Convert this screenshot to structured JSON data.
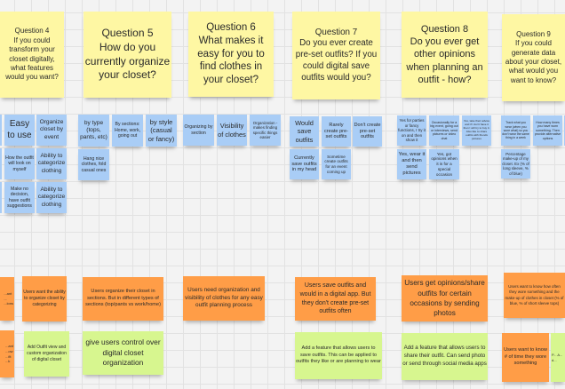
{
  "board": {
    "questions": [
      {
        "text": "Question 4\nIf you could transform your closet digitally, what features would you want?"
      },
      {
        "text": "Question 5\nHow do you currently organize your closet?"
      },
      {
        "text": "Question 6\nWhat makes it easy for you to find clothes in your closet?"
      },
      {
        "text": "Question 7\nDo you ever create pre-set outfits? If you could digital save outfits would you?"
      },
      {
        "text": "Question 8\nDo you ever get other opinions when planning an outfit - how?"
      },
      {
        "text": "Question 9\nIf you could generate data about your closet, what would you want to know?"
      }
    ],
    "responses": [
      {
        "text": "Easy to use"
      },
      {
        "text": "Organize closet by event"
      },
      {
        "text": "How the outfit will look on myself"
      },
      {
        "text": "Ability to categorize clothing"
      },
      {
        "text": "Make no decision, have outfit suggestions"
      },
      {
        "text": "Ability to categorize clothing"
      },
      {
        "text": "by type (tops, pants, etc)"
      },
      {
        "text": "By sections: Home, work, going out"
      },
      {
        "text": "by style (casual or fancy)"
      },
      {
        "text": "Hang nice clothes, fold casual ones"
      },
      {
        "text": "Organizing by section"
      },
      {
        "text": "Visibility of clothes"
      },
      {
        "text": "Organization - makes finding specific things easier"
      },
      {
        "text": "Would save outfits"
      },
      {
        "text": "Rarely create pre-set outfits"
      },
      {
        "text": "Don't create pre-set outfits"
      },
      {
        "text": "Currently save outfits in my head"
      },
      {
        "text": "Sometime create outfits for an event coming up"
      },
      {
        "text": "Yes for parties or fancy functions, I try it on and then show it"
      },
      {
        "text": "Occasionally for a big event, going out or interviews, send pictures or video chat"
      },
      {
        "text": "Yes, take their advice and if I don't have it then I will try to buy it. Also like to share outfits with friends pictures"
      },
      {
        "text": "Yes, wear it and then send pictures"
      },
      {
        "text": "Yes, got opinions when it is for a special occasion"
      },
      {
        "text": "Track what you wear (when you wore what) so you don't wear the same thing in a week"
      },
      {
        "text": "How many times you have worn something. Then provide alternative options"
      },
      {
        "text": "Percentage make-up of my closet. Ex (% of long sleeve, % of blue)"
      }
    ],
    "insights": [
      {
        "text": "Users want the ability to organize closet by categorizing"
      },
      {
        "text": "Users organize their closet in sections. But in different types of sections (top/pants vs work/home)"
      },
      {
        "text": "Users need organization and visibility of clothes for any easy outfit planning process"
      },
      {
        "text": "Users save outfits and would in a digital app. But they don't create pre-set outfits often"
      },
      {
        "text": "Users get opinions/share outfits for certain occasions by sending photos"
      },
      {
        "text": "Users want to know how often they wore something and the make-up of clothes in closet (% of blue, % of short sleeve tops)"
      },
      {
        "text": "Users want to know # of time they wore something"
      },
      {
        "text": "...ant\n...\n...ions"
      },
      {
        "text": "...ant\n...ow\n...fit\n...k"
      }
    ],
    "ideas": [
      {
        "text": "Add Outfit view and custom organization of digital closet"
      },
      {
        "text": "give users control over digital closet organization"
      },
      {
        "text": "Add a feature that allows users to save outfits. This can be applied to outfits they like or are planning to wear"
      },
      {
        "text": "Add a feature that allows users to share their outfit. Can send photo or send through social media apps"
      },
      {
        "text": "P... A... d..."
      }
    ]
  }
}
